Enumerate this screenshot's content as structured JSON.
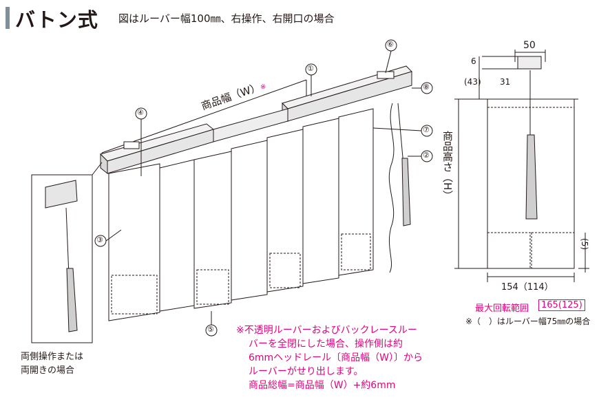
{
  "header": {
    "title": "バトン式",
    "subtitle": "図はルーバー幅100㎜、右操作、右開口の場合"
  },
  "main_view": {
    "width_label": "商品幅（W）",
    "width_mark": "※",
    "callouts": [
      "①",
      "②",
      "③",
      "④",
      "⑤",
      "⑥",
      "⑦",
      "⑧"
    ]
  },
  "side_inset": {
    "caption_line1": "両側操作または",
    "caption_line2": "両開きの場合"
  },
  "note": {
    "line1": "※不透明ルーバーおよびバックレースルー",
    "line2": "バーを全閉にした場合、操作側は約",
    "line3": "6mmヘッドレール〔商品幅（W）〕から",
    "line4": "ルーバーがせり出します。",
    "line5": "商品総幅=商品幅（W）+約6mm"
  },
  "section_view": {
    "dim_top_width": "50",
    "dim_6": "6",
    "dim_43": "(43)",
    "dim_31": "31",
    "height_label": "商品高さ（H）",
    "dim_5": "(5)",
    "dim_bottom_width": "154（114）",
    "rotation_title": "最大回転範囲",
    "rotation_value": "165(125)",
    "footnote": "※（　）はルーバー幅75㎜の場合"
  },
  "colors": {
    "accent_pink": "#e4007f",
    "header_bar": "#7f8f99",
    "line": "#231815"
  }
}
